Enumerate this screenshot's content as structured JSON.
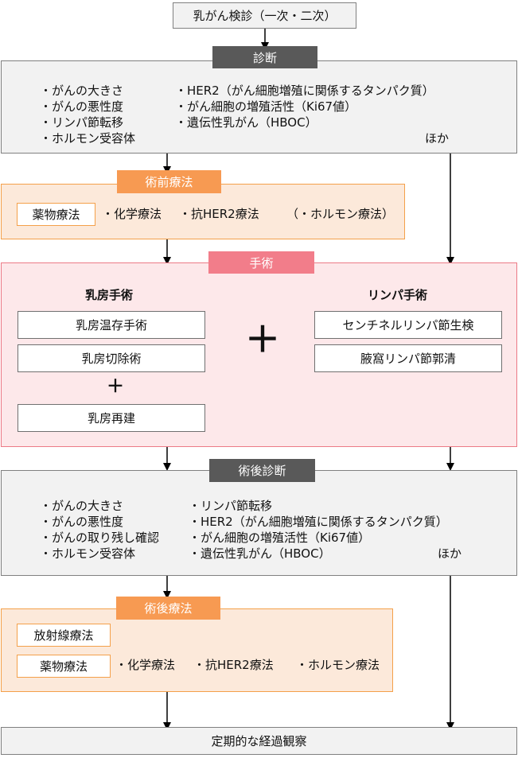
{
  "screening": "乳がん検診（一次・二次）",
  "diagnosis": {
    "label": "診断",
    "left_items": [
      "・がんの大きさ",
      "・がんの悪性度",
      "・リンパ節転移",
      "・ホルモン受容体"
    ],
    "right_items": [
      "・HER2（がん細胞増殖に関係するタンパク質）",
      "・がん細胞の増殖活性（Ki67値）",
      "・遺伝性乳がん（HBOC）"
    ],
    "other": "ほか"
  },
  "preop": {
    "label": "術前療法",
    "drug_box": "薬物療法",
    "items": [
      "・化学療法",
      "・抗HER2療法",
      "（・ホルモン療法）"
    ]
  },
  "surgery": {
    "label": "手術",
    "breast_title": "乳房手術",
    "breast_options": [
      "乳房温存手術",
      "乳房切除術"
    ],
    "plus_small": "＋",
    "reconstruction": "乳房再建",
    "plus_big": "＋",
    "lymph_title": "リンパ手術",
    "lymph_options": [
      "センチネルリンパ節生検",
      "腋窩リンパ節郭清"
    ]
  },
  "postop_diagnosis": {
    "label": "術後診断",
    "left_items": [
      "・がんの大きさ",
      "・がんの悪性度",
      "・がんの取り残し確認",
      "・ホルモン受容体"
    ],
    "right_items": [
      "・リンパ節転移",
      "・HER2（がん細胞増殖に関係するタンパク質）",
      "・がん細胞の増殖活性（Ki67値）",
      "・遺伝性乳がん（HBOC）"
    ],
    "other": "ほか"
  },
  "postop_therapy": {
    "label": "術後療法",
    "radiation_box": "放射線療法",
    "drug_box": "薬物療法",
    "items": [
      "・化学療法",
      "・抗HER2療法",
      "・ホルモン療法"
    ]
  },
  "followup": "定期的な経過観察",
  "colors": {
    "gray_fill": "#f2f2f2",
    "gray_border": "#808080",
    "dark_label": "#595959",
    "orange_fill": "#fce9da",
    "orange_border": "#f4a04a",
    "orange_label": "#f79a52",
    "pink_fill": "#fde8ea",
    "pink_border": "#ec7a86",
    "pink_label": "#f27d8a"
  }
}
